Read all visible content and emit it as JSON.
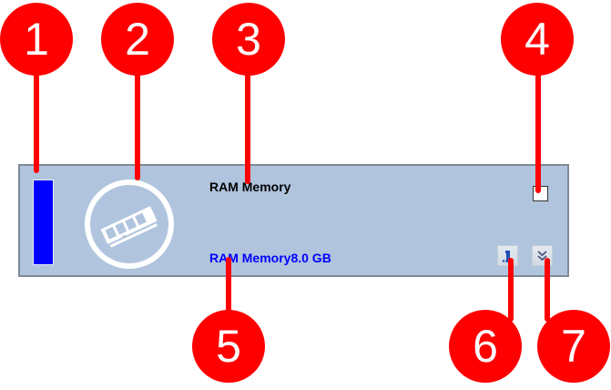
{
  "panel": {
    "title": "RAM Memory",
    "subtitle": "RAM Memory8.0 GB",
    "level_bar": {
      "fill_fraction": 1.0,
      "color": "#0000ff"
    },
    "device_icon": "ram-module-icon",
    "checkbox": {
      "checked": false
    },
    "buttons": [
      {
        "name": "info-button",
        "icon": "info-icon"
      },
      {
        "name": "expand-button",
        "icon": "double-chevron-down-icon"
      }
    ],
    "background_color": "#b0c4de",
    "title_color": "#000000",
    "subtitle_color": "#0000ff"
  },
  "callouts": [
    {
      "label": "1"
    },
    {
      "label": "2"
    },
    {
      "label": "3"
    },
    {
      "label": "4"
    },
    {
      "label": "5"
    },
    {
      "label": "6"
    },
    {
      "label": "7"
    }
  ],
  "callout_color": "#ff0000"
}
